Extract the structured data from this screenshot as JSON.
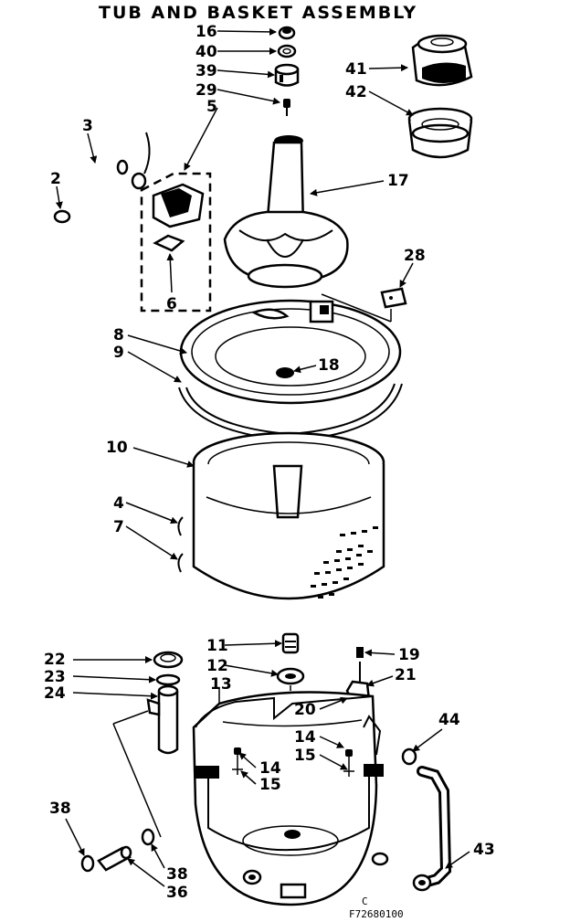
{
  "title": "TUB AND BASKET ASSEMBLY",
  "figure_code": "F72680100",
  "figure_marker": "C",
  "callouts": {
    "p16": "16",
    "p40": "40",
    "p39": "39",
    "p29": "29",
    "p5": "5",
    "p41": "41",
    "p42": "42",
    "p3": "3",
    "p2": "2",
    "p17": "17",
    "p6": "6",
    "p28": "28",
    "p8": "8",
    "p9": "9",
    "p18": "18",
    "p10": "10",
    "p4": "4",
    "p7": "7",
    "p11": "11",
    "p12": "12",
    "p13": "13",
    "p19": "19",
    "p21": "21",
    "p20": "20",
    "p22": "22",
    "p23": "23",
    "p24": "24",
    "p44": "44",
    "p14a": "14",
    "p15a": "15",
    "p14b": "14",
    "p15b": "15",
    "p38a": "38",
    "p38b": "38",
    "p36": "36",
    "p43": "43"
  }
}
